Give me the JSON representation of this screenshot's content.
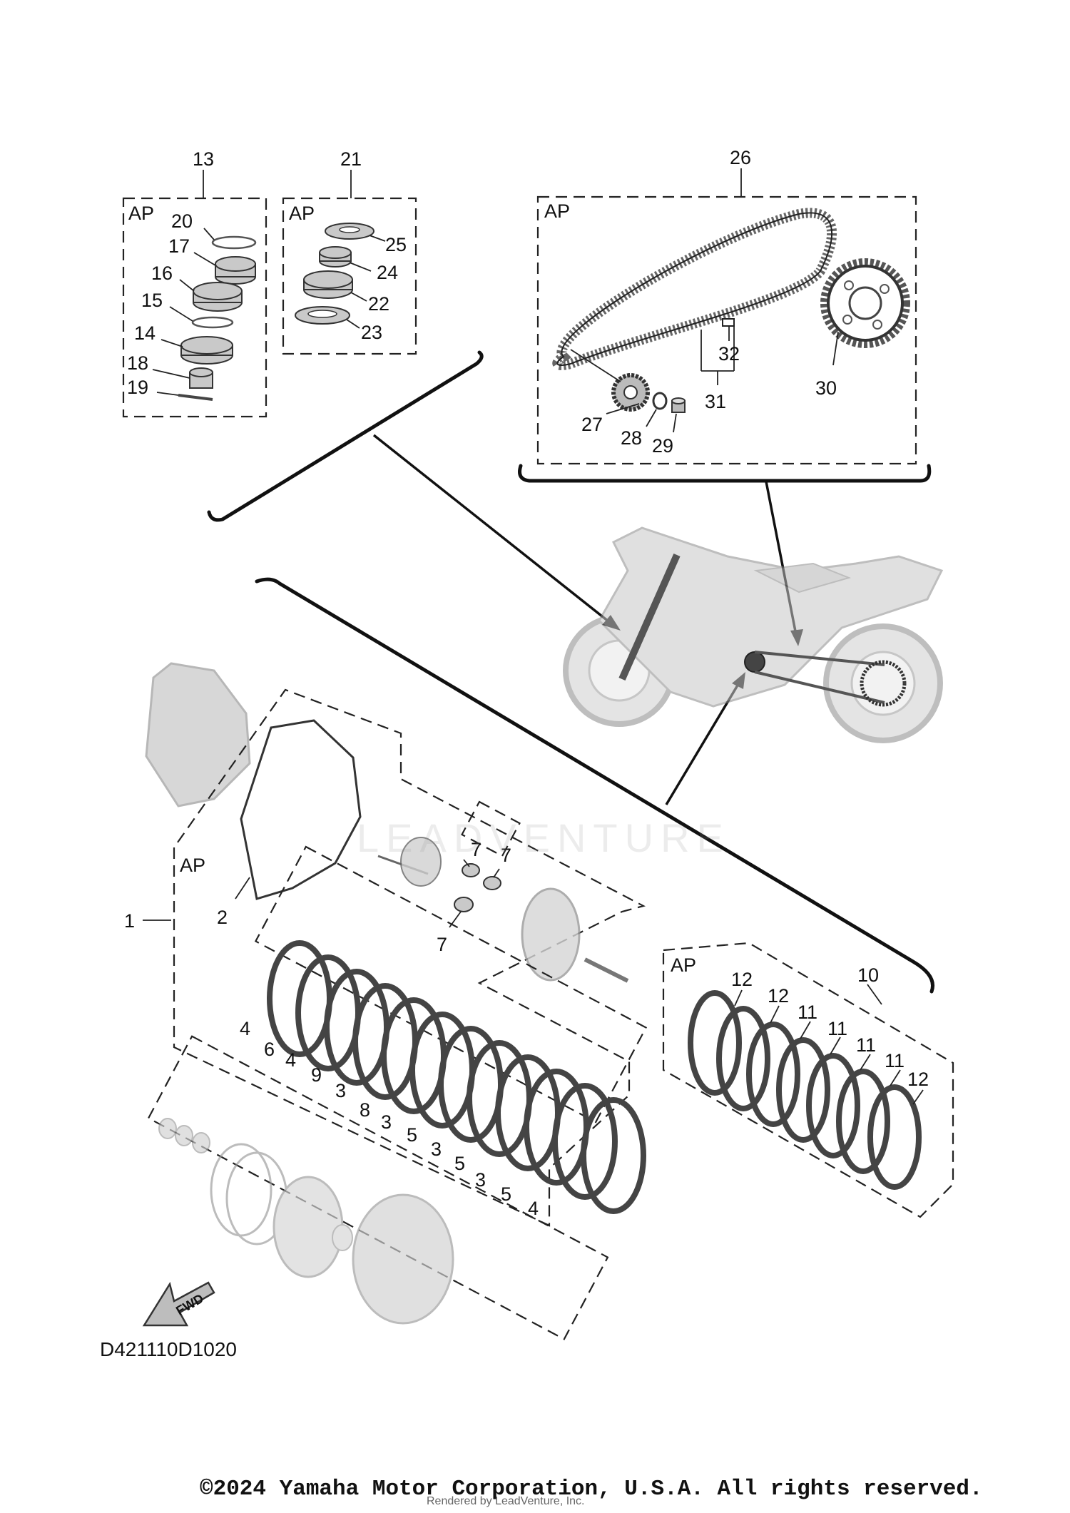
{
  "group_tag": "AP",
  "part_labels": {
    "p1": "1",
    "p2": "2",
    "p3": "3",
    "p4": "4",
    "p5": "5",
    "p6": "6",
    "p7": "7",
    "p8": "8",
    "p9": "9",
    "p10": "10",
    "p11": "11",
    "p12": "12",
    "p13": "13",
    "p14": "14",
    "p15": "15",
    "p16": "16",
    "p17": "17",
    "p18": "18",
    "p19": "19",
    "p20": "20",
    "p21": "21",
    "p22": "22",
    "p23": "23",
    "p24": "24",
    "p25": "25",
    "p26": "26",
    "p27": "27",
    "p28": "28",
    "p29": "29",
    "p30": "30",
    "p31": "31",
    "p32": "32"
  },
  "fwd_label": "FWD",
  "page_code": "D421110D1020",
  "watermark": "LEADVENTURE",
  "copyright": "©2024 Yamaha Motor Corporation, U.S.A. All rights reserved.",
  "rendered_by": "Rendered by LeadVenture, Inc."
}
